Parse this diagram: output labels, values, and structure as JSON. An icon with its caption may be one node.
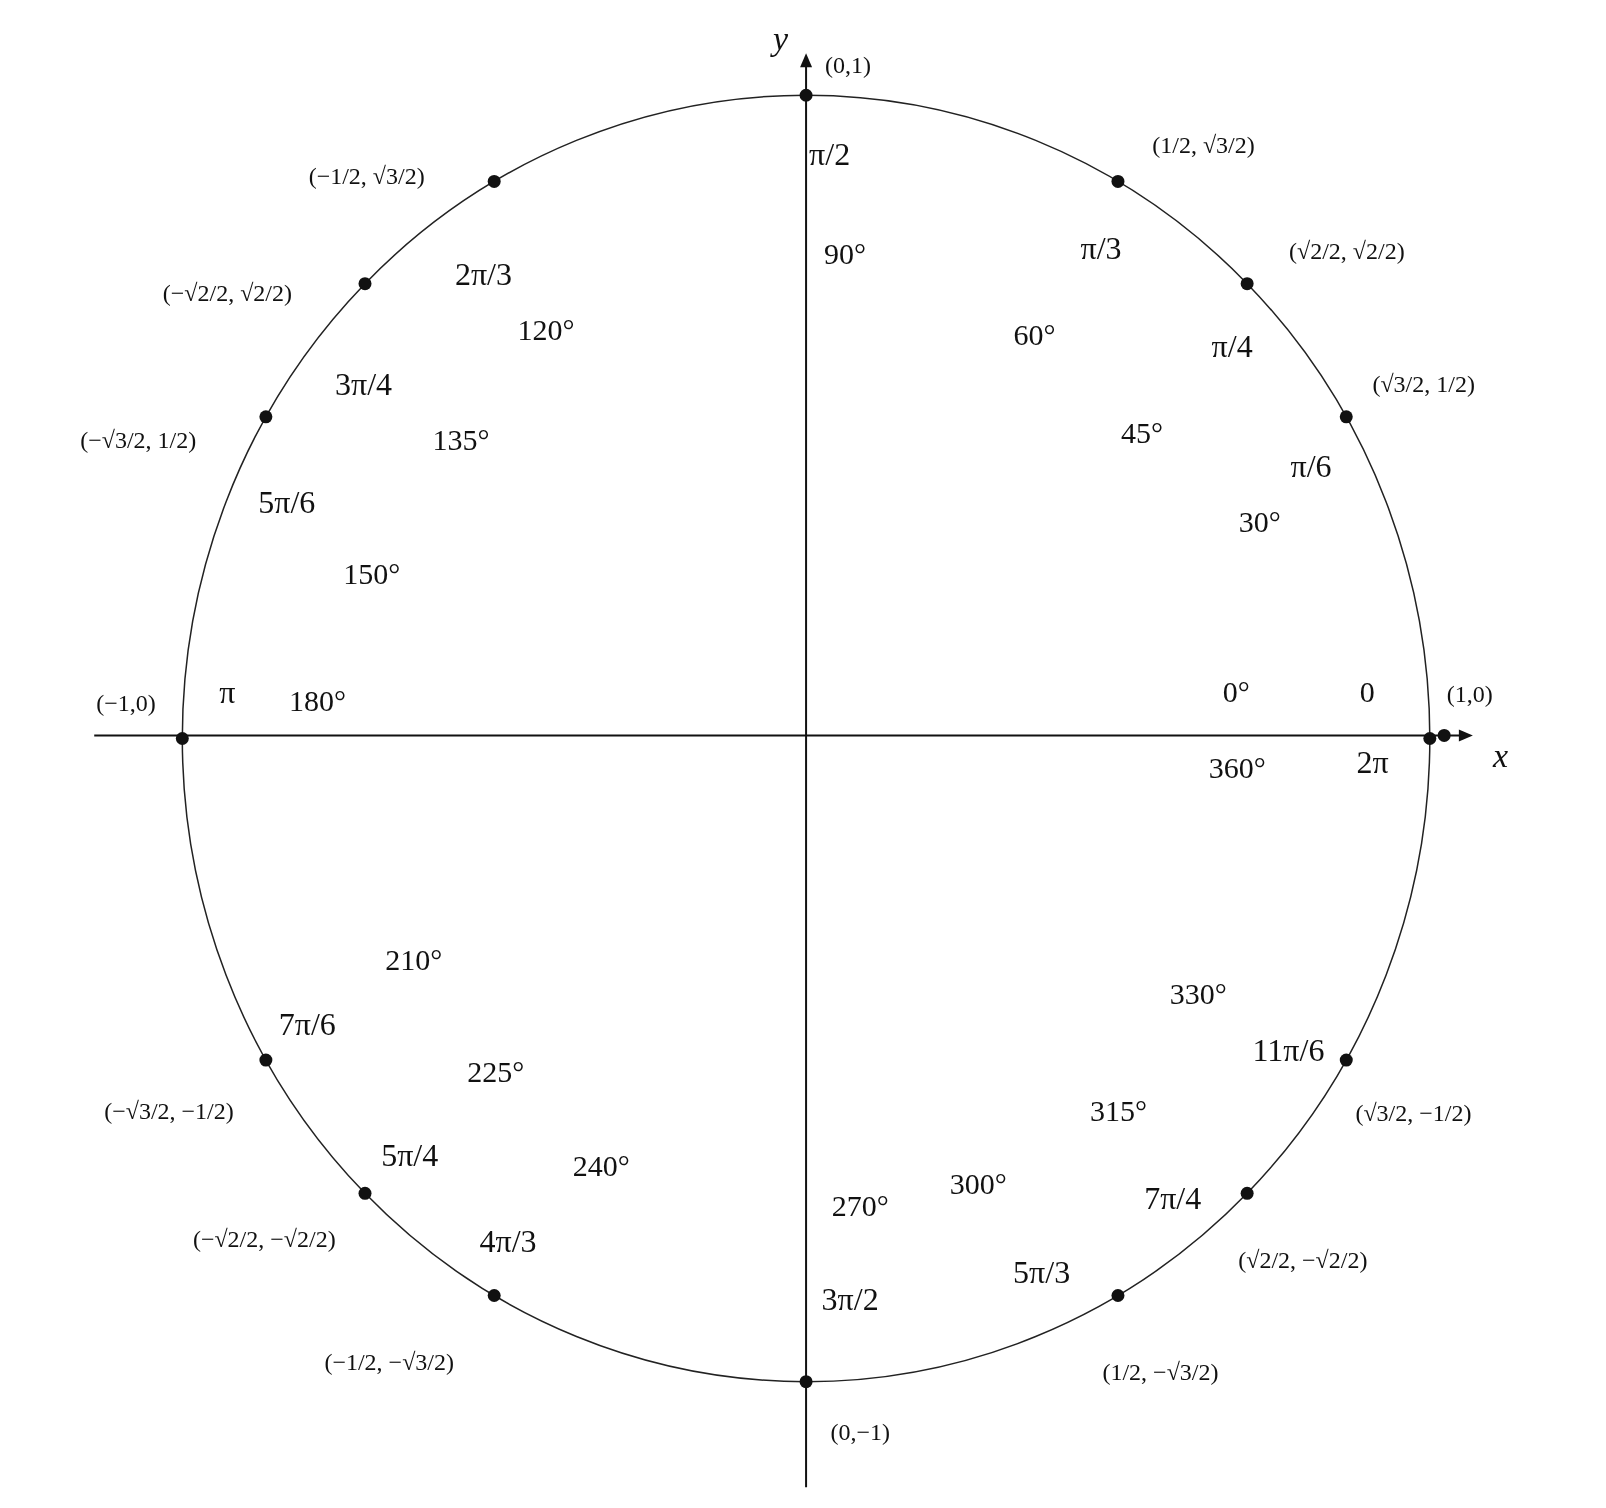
{
  "diagram": {
    "labels": [
      "y",
      "(0,1)",
      "(1/2, √3/2)",
      "(−1/2, √3/2)",
      "π/2",
      "90°",
      "2π/3",
      "π/3",
      "(√2/2, √2/2)",
      "(−√2/2, √2/2)",
      "π/4",
      "120°",
      "60°",
      "3π/4",
      "(√3/2, 1/2)",
      "(−√3/2, 1/2)",
      "135°",
      "45°",
      "π/6",
      "5π/6",
      "30°",
      "150°",
      "0°",
      "0",
      "(−1,0)",
      "π",
      "180°",
      "(1,0)",
      "x",
      "360°",
      "2π",
      "210°",
      "330°",
      "7π/6",
      "11π/6",
      "225°",
      "(−√3/2, −1/2)",
      "315°",
      "(√3/2, −1/2)",
      "5π/4",
      "240°",
      "7π/4",
      "300°",
      "270°",
      "(−√2/2, −√2/2)",
      "4π/3",
      "(√2/2, −√2/2)",
      "5π/3",
      "3π/2",
      "(−1/2, −√3/2)",
      "(1/2, −√3/2)",
      "(0,−1)"
    ]
  }
}
